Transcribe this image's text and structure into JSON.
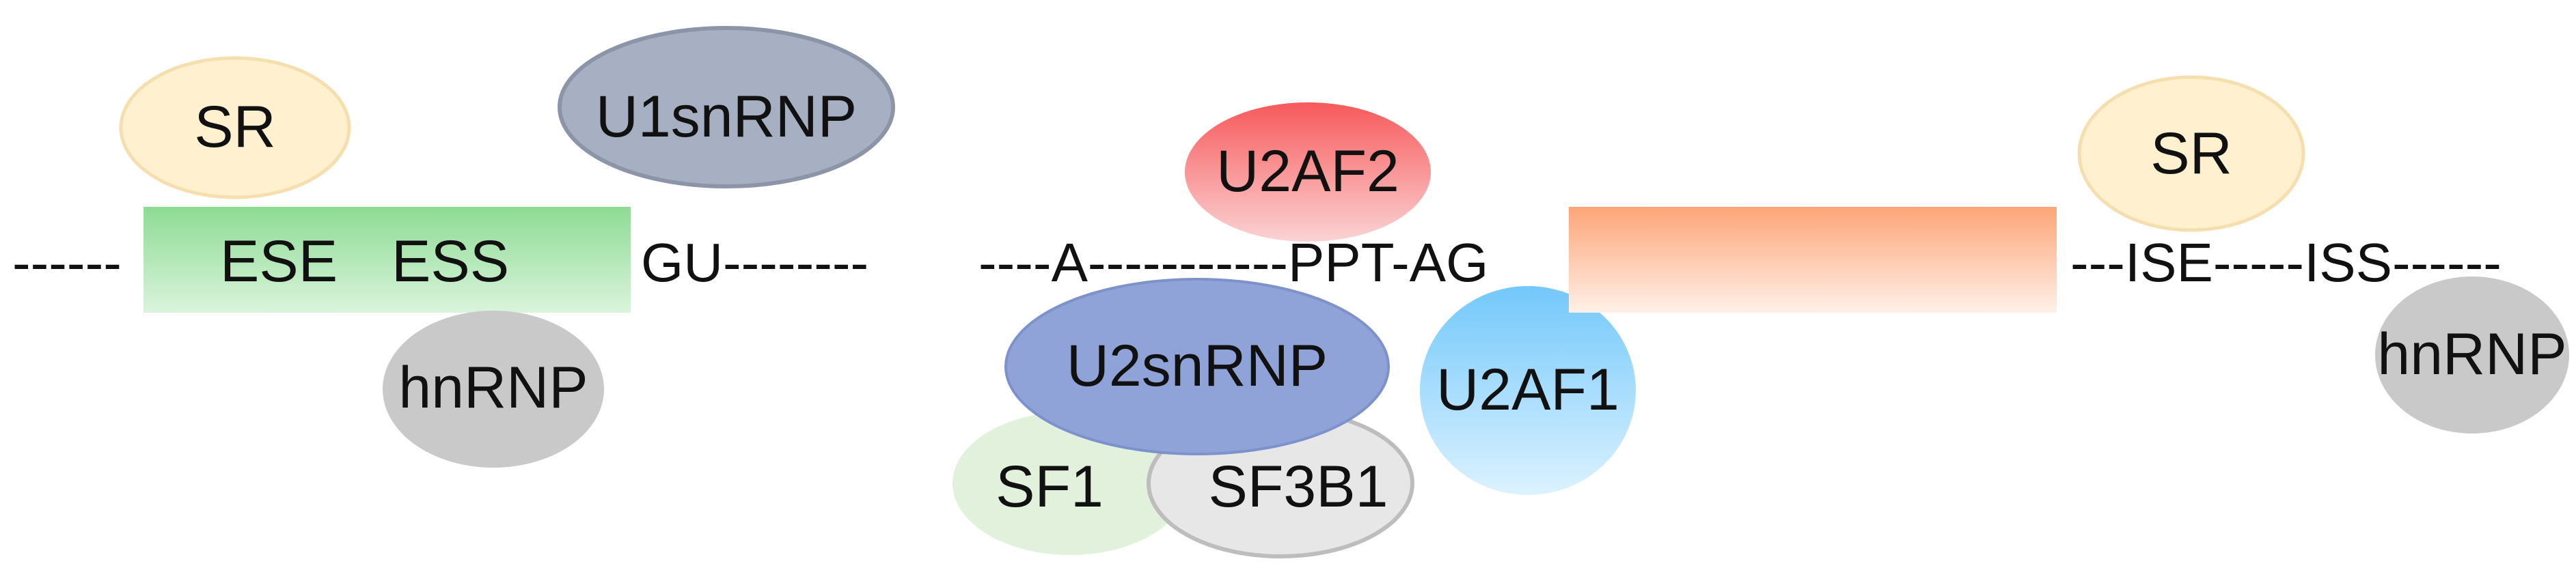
{
  "colors": {
    "sr_fill": "#fff1cf",
    "sr_stroke": "#f6dfae",
    "u1_fill": "#a7b0c2",
    "u1_stroke": "#8c95a8",
    "ese_box_top": "#8ddb93",
    "ese_box_bottom": "#daf4dc",
    "hnrnp_fill": "#c9c9c9",
    "u2af2_top": "#f7595b",
    "u2af2_bottom": "#fbd3d4",
    "u2snrnp_fill": "#8fa3d8",
    "u2snrnp_stroke": "#7d92cb",
    "u2af1_top": "#73c8fb",
    "u2af1_bottom": "#dcf2ff",
    "sf1_fill": "#e2f1dc",
    "sf3b1_fill": "#e7e7e7",
    "sf3b1_stroke": "#bdbdbd",
    "exon2_top": "#fca577",
    "exon2_bottom": "#fff0e8"
  },
  "left_exon": {
    "strand_left": "------",
    "ese_label": "ESE",
    "ess_label": "ESS",
    "splice_donor": "GU--------"
  },
  "left_proteins": {
    "sr_label": "SR",
    "u1snrnp_label": "U1snRNP",
    "hnrnp_label": "hnRNP"
  },
  "intron": {
    "strand": "----A-----------PPT-AG"
  },
  "branch_proteins": {
    "u2af2_label": "U2AF2",
    "u2snrnp_label": "U2snRNP",
    "u2af1_label": "U2AF1",
    "sf1_label": "SF1",
    "sf3b1_label": "SF3B1"
  },
  "right_region": {
    "strand": "---ISE-----ISS------",
    "sr_label": "SR",
    "hnrnp_label": "hnRNP"
  }
}
